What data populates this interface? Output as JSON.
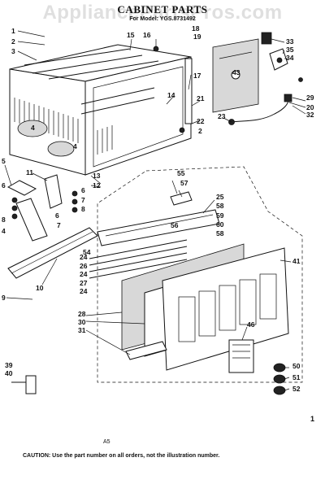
{
  "watermark": "AppliancePartsPros.com",
  "title": "CABINET PARTS",
  "model_line": "For Model: YGS.8731492",
  "caution": "CAUTION: Use the part number on all orders, not the illustration number.",
  "corner_mark": "A5",
  "page_mark": "1",
  "callouts": {
    "c1": "1",
    "c2": "2",
    "c3": "3",
    "c4a": "4",
    "c4b": "4",
    "c4c": "4",
    "c5": "5",
    "c6a": "6",
    "c6b": "6",
    "c6c": "6",
    "c7a": "7",
    "c7b": "7",
    "c8a": "8",
    "c8b": "8",
    "c9": "9",
    "c10": "10",
    "c11": "11",
    "c12": "12",
    "c13": "13",
    "c14": "14",
    "c15": "15",
    "c16": "16",
    "c17": "17",
    "c18": "18",
    "c19": "19",
    "c20": "20",
    "c21": "21",
    "c22": "22",
    "c2b": "2",
    "c23": "23",
    "c24a": "24",
    "c24b": "24",
    "c24c": "24",
    "c25": "25",
    "c26": "26",
    "c27": "27",
    "c28": "28",
    "c29": "29",
    "c30": "30",
    "c31": "31",
    "c32": "32",
    "c33": "33",
    "c34": "34",
    "c35": "35",
    "c39": "39",
    "c40": "40",
    "c41": "41",
    "c43": "43",
    "c46": "46",
    "c50": "50",
    "c51": "51",
    "c52": "52",
    "c54": "54",
    "c55": "55",
    "c56": "56",
    "c57": "57",
    "c58a": "58",
    "c58b": "58",
    "c59": "59",
    "c60": "60"
  }
}
